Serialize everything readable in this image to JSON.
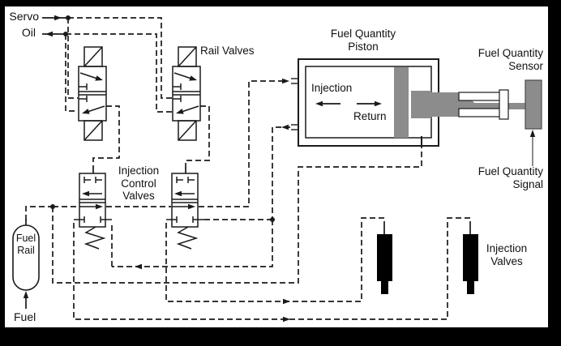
{
  "labels": {
    "servo": "Servo",
    "oil": "Oil",
    "rail_valves": "Rail Valves",
    "fuel_quantity_piston": {
      "l1": "Fuel Quantity",
      "l2": "Piston"
    },
    "injection": "Injection",
    "return": "Return",
    "fuel_quantity_sensor": {
      "l1": "Fuel Quantity",
      "l2": "Sensor"
    },
    "fuel_quantity_signal": {
      "l1": "Fuel Quantity",
      "l2": "Signal"
    },
    "injection_control_valves": {
      "l1": "Injection",
      "l2": "Control",
      "l3": "Valves"
    },
    "fuel_rail": {
      "l1": "Fuel",
      "l2": "Rail"
    },
    "fuel": "Fuel",
    "injection_valves": {
      "l1": "Injection",
      "l2": "Valves"
    }
  },
  "colors": {
    "frame": "#000000",
    "paper": "#ffffff",
    "ink": "#1a1a1a",
    "component_gray": "#8c8c8c",
    "injector_black": "#000000"
  },
  "symbols": [
    "rail-valve-1",
    "rail-valve-2",
    "injection-control-valve-1",
    "injection-control-valve-2",
    "fuel-quantity-piston",
    "piston-rod",
    "fuel-quantity-sensor",
    "fuel-rail-accumulator",
    "injection-valve-1",
    "injection-valve-2"
  ]
}
